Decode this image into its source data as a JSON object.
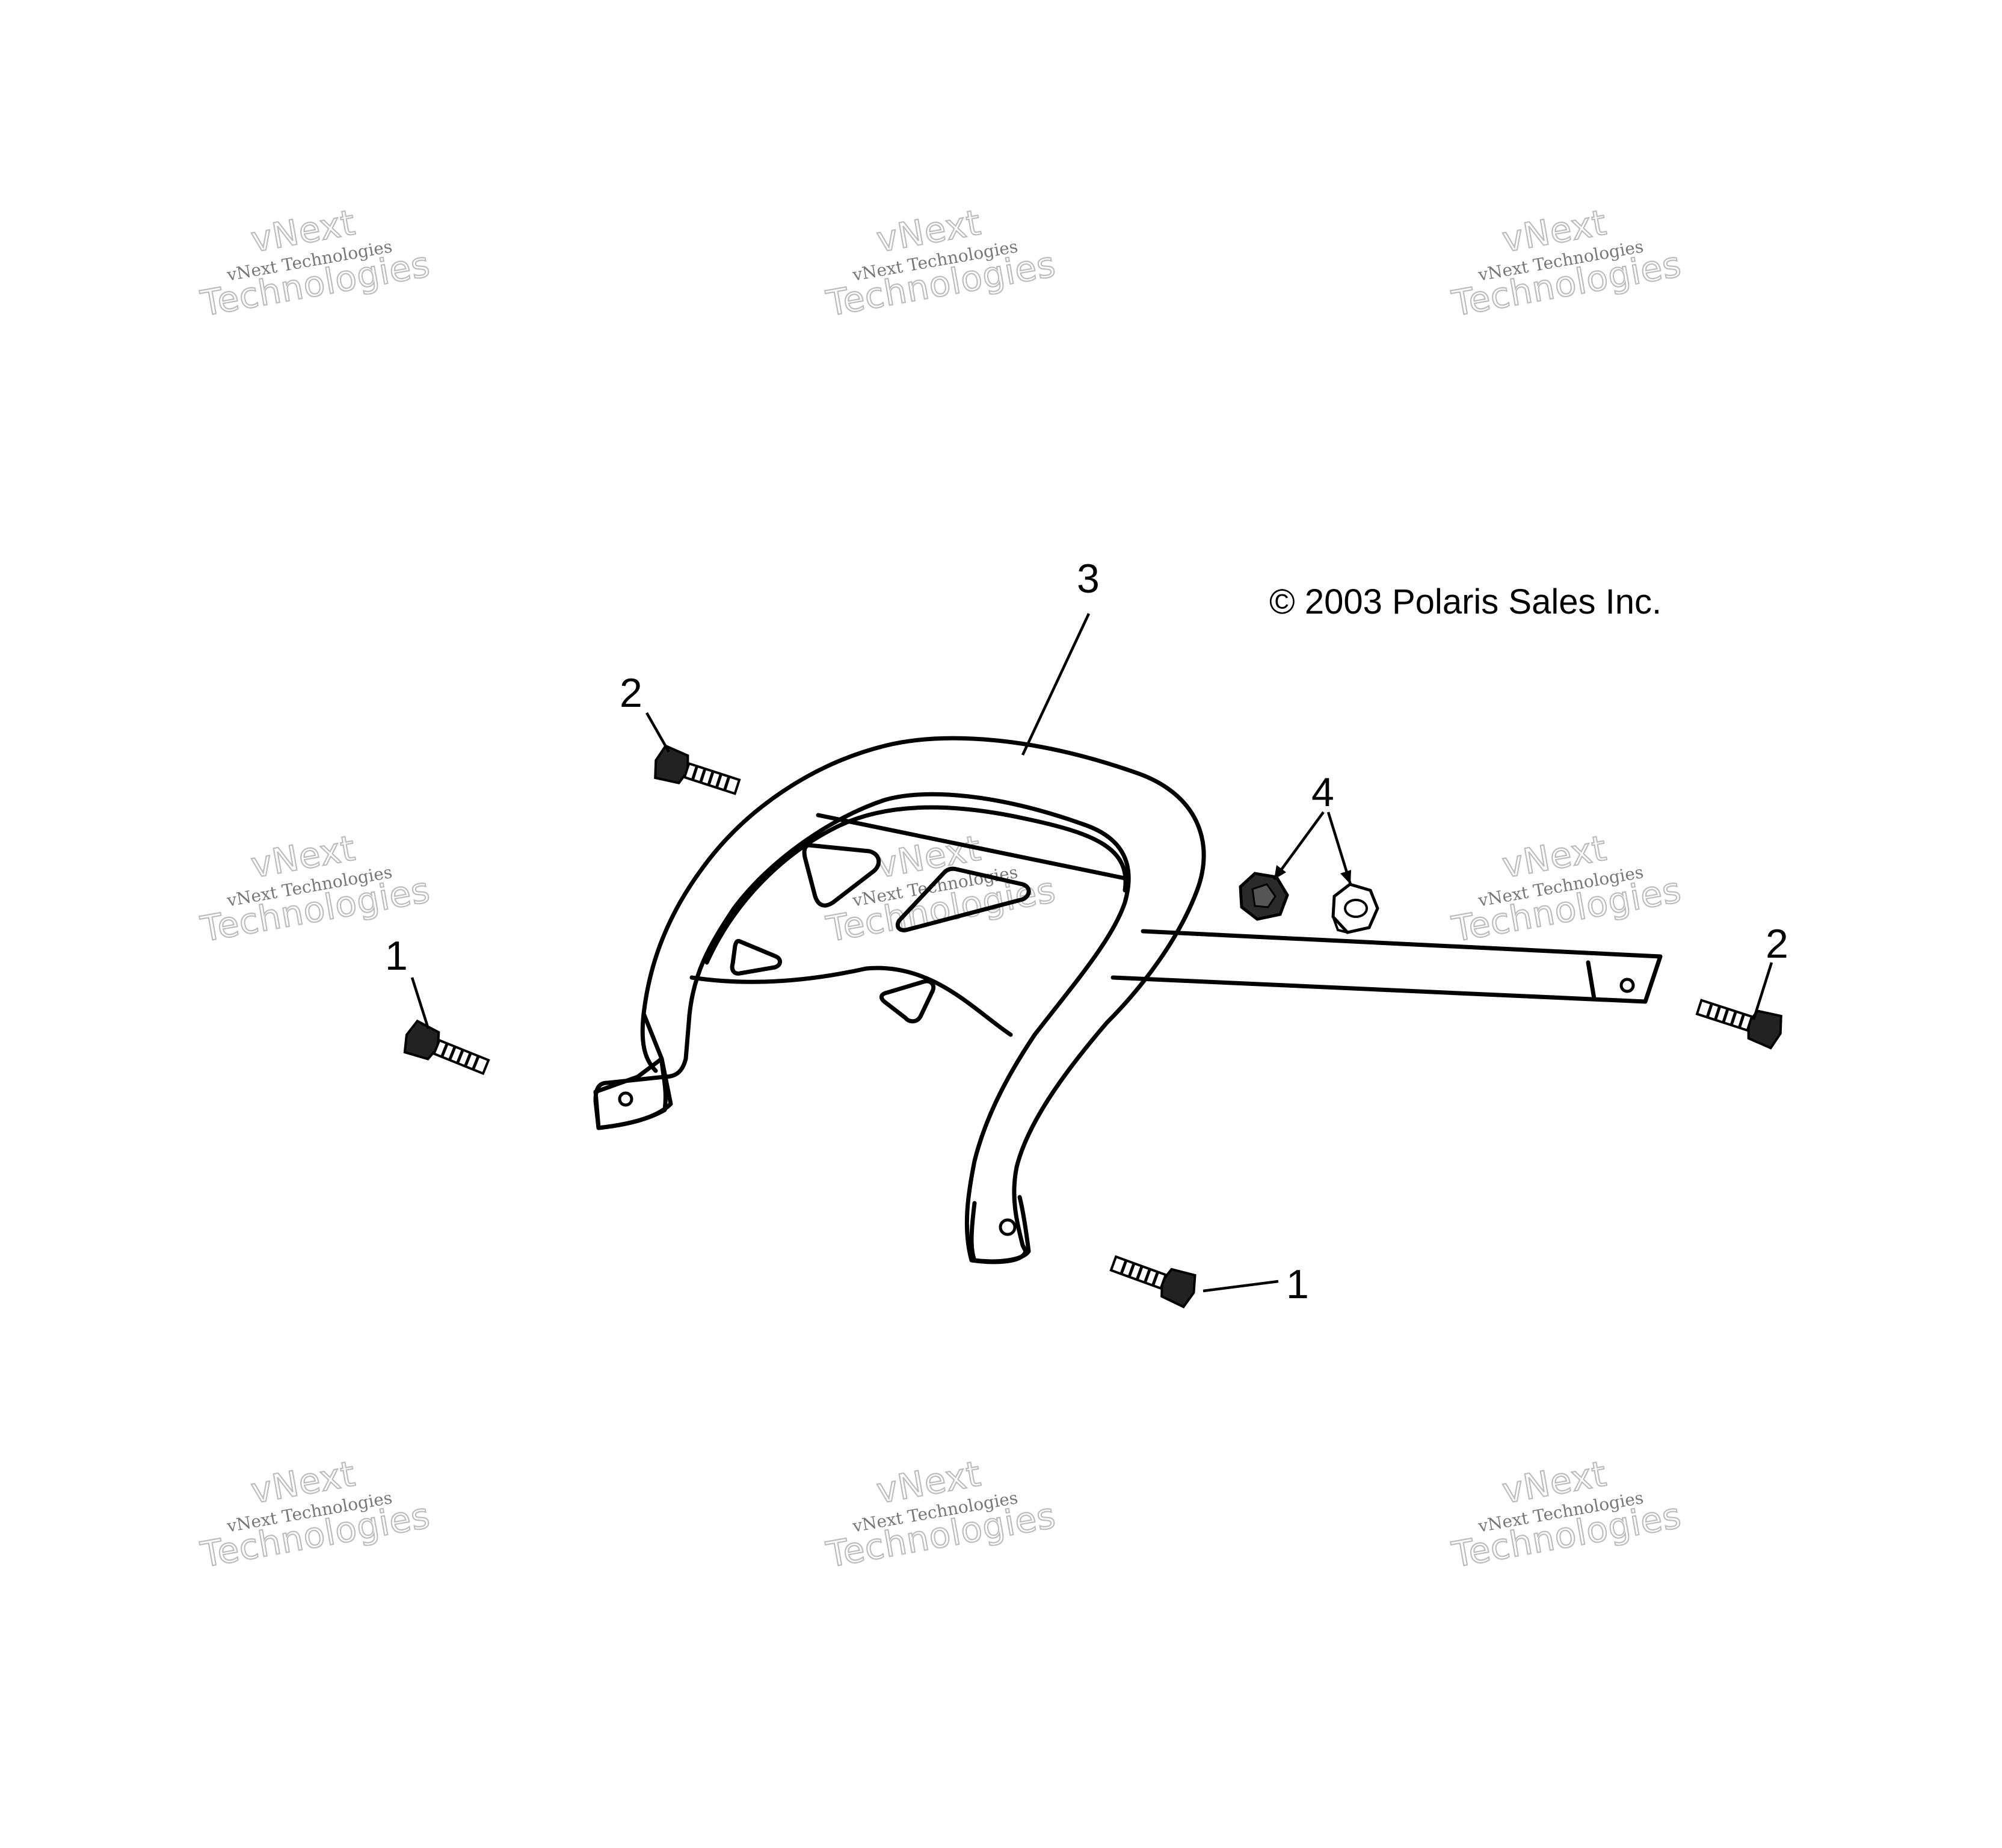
{
  "diagram": {
    "copyright": "© 2003 Polaris Sales Inc.",
    "callouts": [
      {
        "id": "bolt-left",
        "label": "1"
      },
      {
        "id": "bolt-bottom",
        "label": "1"
      },
      {
        "id": "bolt-top-left",
        "label": "2"
      },
      {
        "id": "bolt-right",
        "label": "2"
      },
      {
        "id": "rack",
        "label": "3"
      },
      {
        "id": "nuts",
        "label": "4"
      }
    ],
    "parts": [
      "bolt",
      "bolt",
      "rack",
      "nut"
    ]
  },
  "watermark": {
    "line1": "vNext",
    "line2": "vNext Technologies",
    "line3": "Technologies"
  }
}
